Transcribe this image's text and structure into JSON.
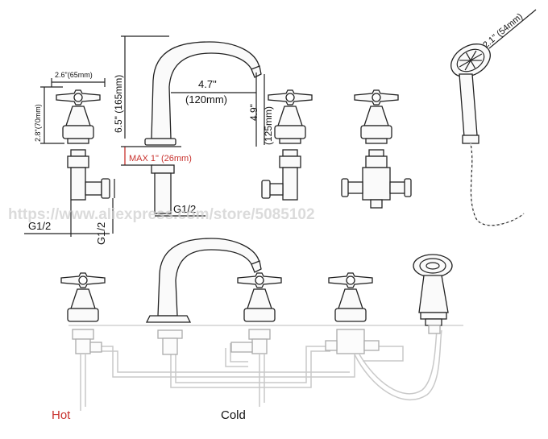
{
  "dimensions": {
    "handle_width": "2.6\"(65mm)",
    "handle_height": "2.8\"(70mm)",
    "spout_height": "6.5\" (165mm)",
    "spout_reach": "4.7\"",
    "spout_reach_mm": "(120mm)",
    "spout_drop": "4.9\"",
    "spout_drop_mm": "(125mm)",
    "deck_thickness": "MAX 1\" (26mm)",
    "sprayer_diameter": "2.1\" (54mm)",
    "thread_spout": "G1/2",
    "thread_valve_h": "G1/2",
    "thread_valve_v": "G1/2"
  },
  "watermark": "https://www.aliexpress.com/store/5085102",
  "labels": {
    "hot": "Hot",
    "cold": "Cold"
  },
  "colors": {
    "accent_red": "#c8322e",
    "line": "#222222",
    "pipe": "#c9c9c9"
  }
}
